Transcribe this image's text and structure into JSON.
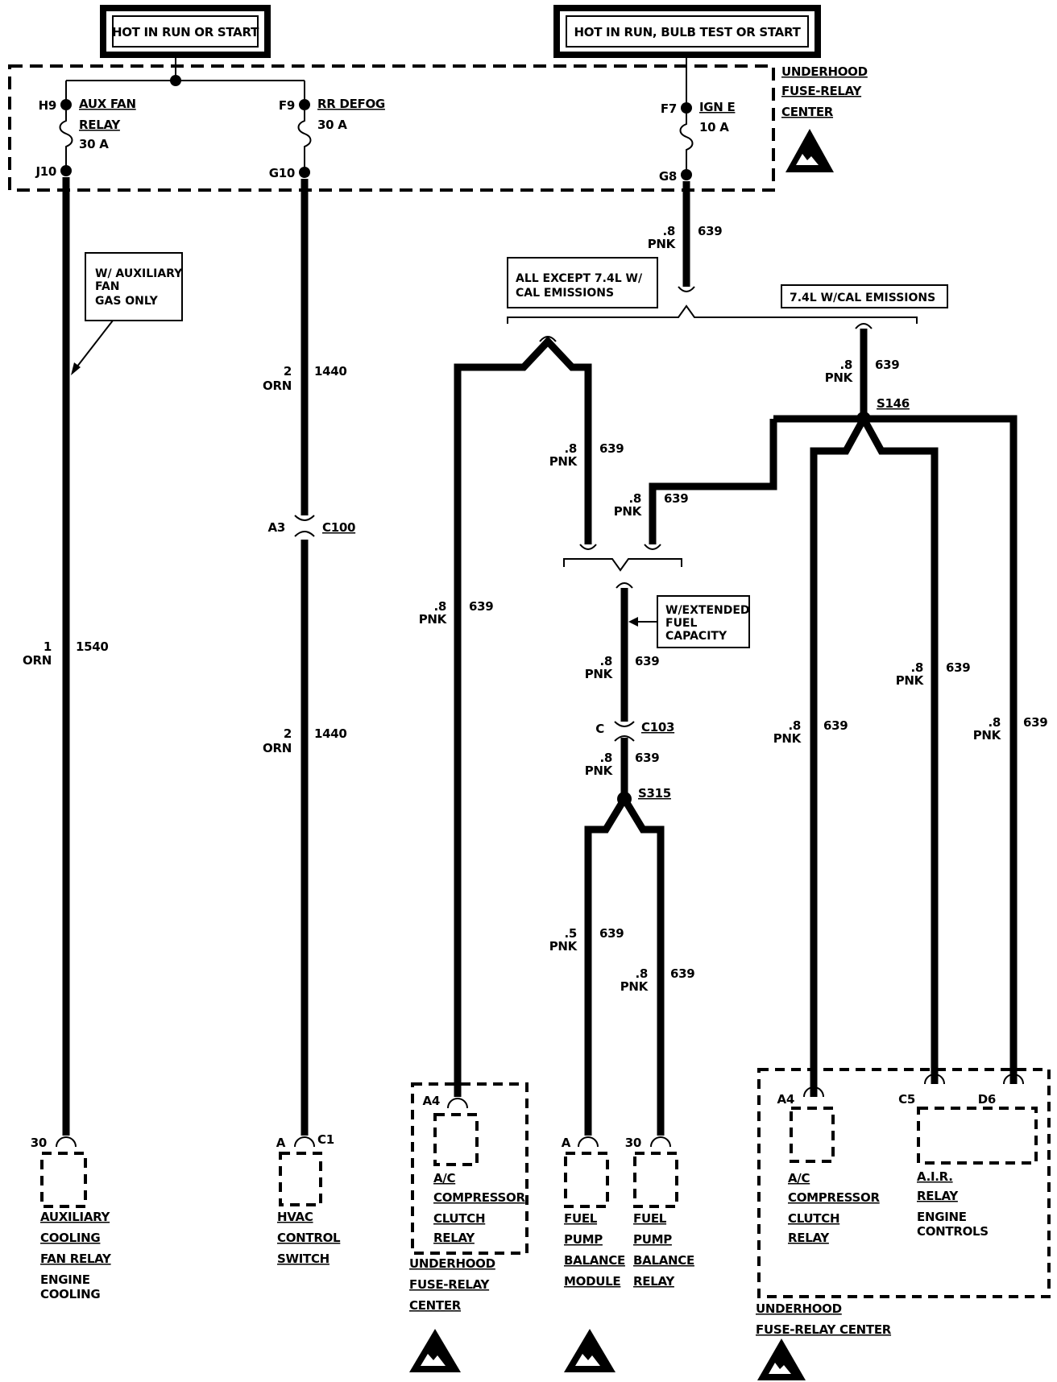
{
  "power_boxes": {
    "left": "HOT IN RUN OR START",
    "right": "HOT IN RUN, BULB TEST OR START"
  },
  "fuse_block": {
    "label_lines": [
      "UNDERHOOD",
      "FUSE-RELAY",
      "CENTER"
    ],
    "fuses": [
      {
        "top_pin": "H9",
        "bottom_pin": "J10",
        "name": "AUX FAN",
        "name2": "RELAY",
        "rating": "30 A"
      },
      {
        "top_pin": "F9",
        "bottom_pin": "G10",
        "name": "RR DEFOG",
        "rating": "30 A"
      },
      {
        "top_pin": "F7",
        "bottom_pin": "G8",
        "name": "IGN E",
        "rating": "10 A"
      }
    ]
  },
  "notes": {
    "aux_fan": [
      "W/ AUXILIARY",
      "FAN",
      "GAS ONLY"
    ],
    "all_except": [
      "ALL EXCEPT 7.4L W/",
      "CAL EMISSIONS"
    ],
    "cal_emissions": "7.4L W/CAL EMISSIONS",
    "extended_fuel": [
      "W/EXTENDED",
      "FUEL",
      "CAPACITY"
    ]
  },
  "wire_labels": {
    "w1540": {
      "size": "1",
      "color": "ORN",
      "circuit": "1540"
    },
    "w1440a": {
      "size": "2",
      "color": "ORN",
      "circuit": "1440"
    },
    "w1440b": {
      "size": "2",
      "color": "ORN",
      "circuit": "1440"
    },
    "w639": {
      "size": ".8",
      "color": "PNK",
      "circuit": "639"
    },
    "w639_5": {
      "size": ".5",
      "color": "PNK",
      "circuit": "639"
    }
  },
  "connectors": {
    "c100": {
      "pin": "A3",
      "name": "C100"
    },
    "c103": {
      "pin": "C",
      "name": "C103"
    },
    "s146": "S146",
    "s315": "S315"
  },
  "components": {
    "aux_fan_relay": {
      "pin": "30",
      "lines": [
        "AUXILIARY",
        "COOLING",
        "FAN RELAY"
      ],
      "sub": [
        "ENGINE",
        "COOLING"
      ]
    },
    "hvac": {
      "pin_left": "A",
      "pin_right": "C1",
      "lines": [
        "HVAC",
        "CONTROL",
        "SWITCH"
      ]
    },
    "ac_relay_1": {
      "pin": "A4",
      "lines": [
        "A/C",
        "COMPRESSOR",
        "CLUTCH",
        "RELAY"
      ],
      "sub": [
        "UNDERHOOD",
        "FUSE-RELAY",
        "CENTER"
      ]
    },
    "fuel_module": {
      "pin": "A",
      "lines": [
        "FUEL",
        "PUMP",
        "BALANCE",
        "MODULE"
      ]
    },
    "fuel_relay": {
      "pin": "30",
      "lines": [
        "FUEL",
        "PUMP",
        "BALANCE",
        "RELAY"
      ]
    },
    "ac_relay_2": {
      "pin": "A4",
      "lines": [
        "A/C",
        "COMPRESSOR",
        "CLUTCH",
        "RELAY"
      ]
    },
    "air_relay": {
      "pin_c5": "C5",
      "pin_d6": "D6",
      "lines": [
        "A.I.R.",
        "RELAY"
      ],
      "sub": [
        "ENGINE",
        "CONTROLS"
      ]
    },
    "big_box_label": [
      "UNDERHOOD",
      "FUSE-RELAY CENTER"
    ]
  }
}
